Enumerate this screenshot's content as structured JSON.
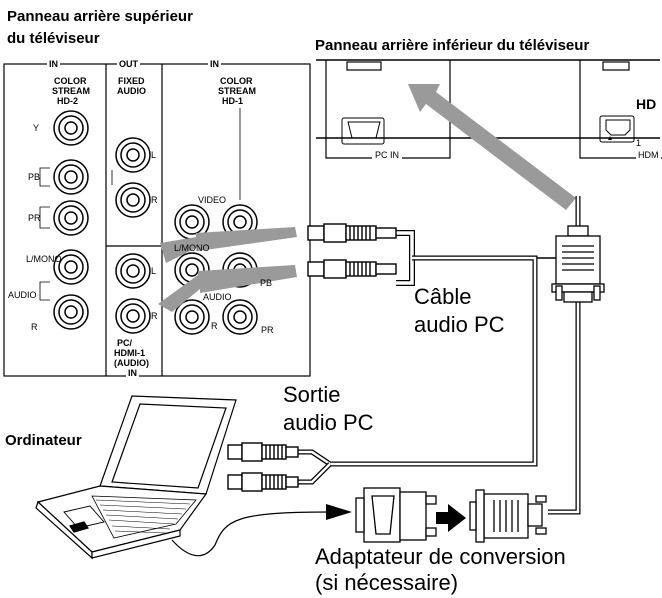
{
  "title_upper_line1": "Panneau arrière supérieur",
  "title_upper_line2": "du téléviseur",
  "title_lower": "Panneau arrière inférieur du téléviseur",
  "panel": {
    "in_left": "IN",
    "out": "OUT",
    "in_right": "IN",
    "cs_hd2_1": "COLOR",
    "cs_hd2_2": "STREAM",
    "cs_hd2_3": "HD-2",
    "fixed_1": "FIXED",
    "fixed_2": "AUDIO",
    "cs_hd1_1": "COLOR",
    "cs_hd1_2": "STREAM",
    "cs_hd1_3": "HD-1",
    "y": "Y",
    "pb": "PB",
    "pr": "PR",
    "l": "L",
    "r": "R",
    "lmono": "L/MONO",
    "audio": "AUDIO",
    "video": "VIDEO",
    "pc_1": "PC/",
    "pc_2": "HDMI-1",
    "pc_3": "(AUDIO)",
    "pc_in_bottom": "IN"
  },
  "lower_panel": {
    "pc_in": "PC IN",
    "hdmi_logo": "HD",
    "hdmi": "HDM",
    "num": "1"
  },
  "labels": {
    "cable_1": "Câble",
    "cable_2": "audio PC",
    "out_1": "Sortie",
    "out_2": "audio PC",
    "computer": "Ordinateur",
    "adapter_1": "Adaptateur de conversion",
    "adapter_2": "(si nécessaire)"
  }
}
